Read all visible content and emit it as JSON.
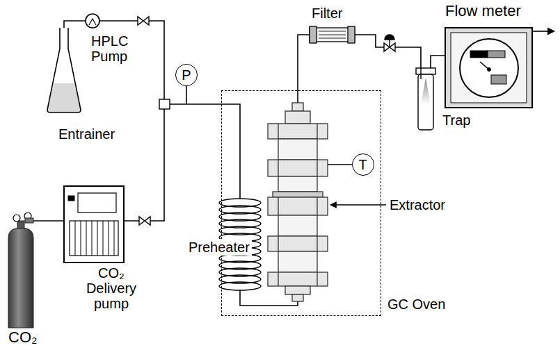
{
  "diagram": {
    "nodes": [
      {
        "text": [
          "GC Oven"
        ]
      },
      {
        "text": [
          "P"
        ]
      },
      {
        "text": [
          "T"
        ],
        "in": 0
      }
    ],
    "labels": [
      "Filter",
      "Flow meter",
      "HPLC Pump",
      "Entrainer",
      "Trap",
      "Extractor",
      "Preheater",
      "CO₂ Delivery pump",
      "CO₂"
    ]
  }
}
